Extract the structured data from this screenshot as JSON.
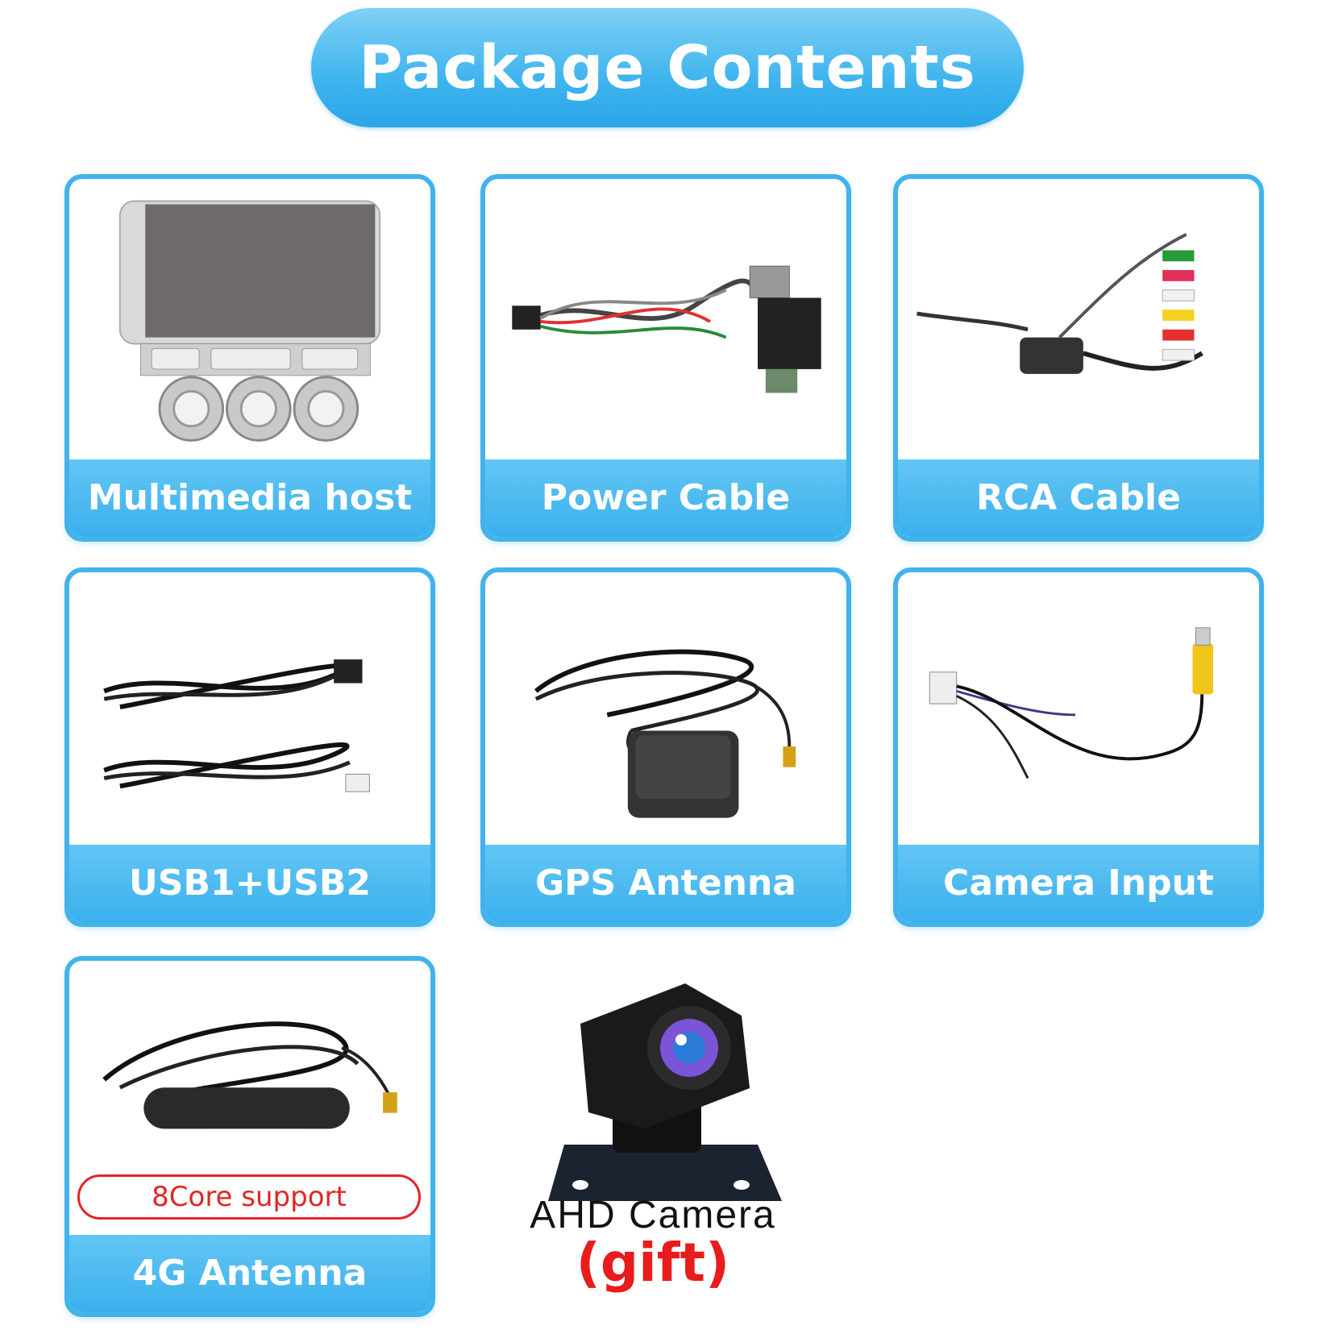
{
  "header": {
    "title": "Package Contents"
  },
  "items": [
    {
      "label": "Multimedia host"
    },
    {
      "label": "Power Cable"
    },
    {
      "label": "RCA Cable"
    },
    {
      "label": "USB1+USB2"
    },
    {
      "label": "GPS Antenna"
    },
    {
      "label": "Camera Input"
    },
    {
      "label": "4G Antenna",
      "badge": "8Core support"
    }
  ],
  "gift": {
    "name": "AHD Camera",
    "note": "(gift)"
  },
  "colors": {
    "accent": "#41b3ec",
    "badge": "#e02626",
    "gift": "#e81c1c"
  }
}
